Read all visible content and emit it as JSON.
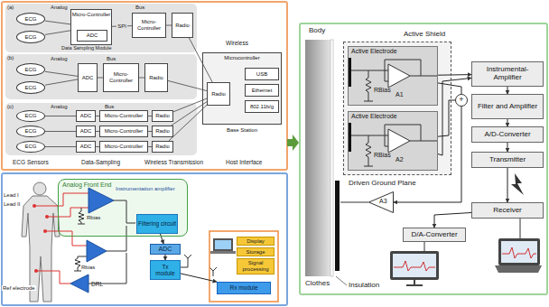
{
  "diagram": {
    "nodes": [
      {
        "text": [
          "ECG"
        ]
      },
      {
        "text": [
          "ECG"
        ]
      },
      {
        "text": [
          "Micro-Controller"
        ]
      },
      {
        "text": [
          "ADC"
        ],
        "in": 2
      },
      {
        "text": [
          "Micro-Controller"
        ]
      },
      {
        "text": [
          "Radio"
        ]
      },
      {
        "text": [
          "ECG"
        ]
      },
      {
        "text": [
          "ECG"
        ]
      },
      {
        "text": [
          "ADC"
        ]
      },
      {
        "text": [
          "Micro-Controller"
        ]
      },
      {
        "text": [
          "Radio"
        ]
      },
      {
        "text": [
          "ECG"
        ]
      },
      {
        "text": [
          "ECG"
        ]
      },
      {
        "text": [
          "ECG"
        ]
      },
      {
        "text": [
          "ADC"
        ]
      },
      {
        "text": [
          "Micro-Controller"
        ]
      },
      {
        "text": [
          "Radio"
        ]
      },
      {
        "text": [
          "ADC"
        ]
      },
      {
        "text": [
          "Micro-Controller"
        ]
      },
      {
        "text": [
          "Radio"
        ]
      },
      {
        "text": [
          "ADC"
        ]
      },
      {
        "text": [
          "Micro-Controller"
        ]
      },
      {
        "text": [
          "Radio"
        ]
      },
      {
        "text": [
          "Microcontroller",
          "Base Station"
        ]
      },
      {
        "text": [
          "Radio"
        ],
        "in": 23
      },
      {
        "text": [
          "USB"
        ],
        "in": 23
      },
      {
        "text": [
          "Ethernet"
        ],
        "in": 23
      },
      {
        "text": [
          "802.11b/g"
        ],
        "in": 23
      },
      {
        "text": [
          "Analog Front End"
        ]
      },
      {
        "text": [
          "Filtering circuit"
        ],
        "in": 28
      },
      {
        "text": [
          "ADC"
        ]
      },
      {
        "text": [
          "Tx module"
        ]
      },
      {
        "text": [
          "Display"
        ]
      },
      {
        "text": [
          "Storage"
        ]
      },
      {
        "text": [
          "Signal processing"
        ]
      },
      {
        "text": [
          "Rx module"
        ]
      },
      {
        "text": [
          "Active Shield"
        ]
      },
      {
        "text": [
          "Active Electrode",
          "A1",
          "RBias"
        ],
        "in": 36
      },
      {
        "text": [
          "Active Electrode",
          "A2",
          "RBias"
        ],
        "in": 36
      },
      {
        "text": [
          "Instrumental-Amplifier"
        ]
      },
      {
        "text": [
          "Filter and Amplifier"
        ]
      },
      {
        "text": [
          "A/D-Converter"
        ]
      },
      {
        "text": [
          "Transmitter"
        ]
      },
      {
        "text": [
          "Receiver"
        ]
      },
      {
        "text": [
          "D/A-Converter"
        ]
      },
      {
        "text": [
          "+"
        ]
      },
      {
        "text": [
          "A3"
        ]
      }
    ],
    "edges": [
      {
        "from": 0,
        "to": 2,
        "arrow": "none"
      },
      {
        "from": 1,
        "to": 2,
        "arrow": "none"
      },
      {
        "from": 2,
        "to": 4,
        "label": "SPI",
        "arrow": "none"
      },
      {
        "from": 4,
        "to": 5,
        "arrow": "none"
      },
      {
        "from": 6,
        "to": 8,
        "arrow": "none"
      },
      {
        "from": 7,
        "to": 8,
        "arrow": "none"
      },
      {
        "from": 8,
        "to": 9,
        "arrow": "none"
      },
      {
        "from": 9,
        "to": 10,
        "arrow": "none"
      },
      {
        "from": 11,
        "to": 14,
        "arrow": "none"
      },
      {
        "from": 14,
        "to": 15,
        "arrow": "none"
      },
      {
        "from": 15,
        "to": 16,
        "arrow": "none"
      },
      {
        "from": 12,
        "to": 17,
        "arrow": "none"
      },
      {
        "from": 17,
        "to": 18,
        "arrow": "none"
      },
      {
        "from": 18,
        "to": 19,
        "arrow": "none"
      },
      {
        "from": 13,
        "to": 20,
        "arrow": "none"
      },
      {
        "from": 20,
        "to": 21,
        "arrow": "none"
      },
      {
        "from": 21,
        "to": 22,
        "arrow": "none"
      },
      {
        "from": 5,
        "to": 24,
        "arrow": "none"
      },
      {
        "from": 10,
        "to": 24,
        "arrow": "none"
      },
      {
        "from": 16,
        "to": 24,
        "arrow": "none"
      },
      {
        "from": 19,
        "to": 24,
        "arrow": "none"
      },
      {
        "from": 22,
        "to": 24,
        "arrow": "none"
      },
      {
        "from": 29,
        "to": 30,
        "arrow": "to"
      },
      {
        "from": 30,
        "to": 31,
        "arrow": "to"
      },
      {
        "from": 31,
        "to": 35,
        "arrow": "to"
      },
      {
        "from": 37,
        "to": 39,
        "arrow": "to"
      },
      {
        "from": 38,
        "to": 39,
        "arrow": "to"
      },
      {
        "from": 37,
        "to": 45,
        "arrow": "none"
      },
      {
        "from": 38,
        "to": 45,
        "arrow": "none"
      },
      {
        "from": 45,
        "to": 46,
        "arrow": "to"
      },
      {
        "from": 39,
        "to": 40,
        "arrow": "to"
      },
      {
        "from": 40,
        "to": 41,
        "arrow": "to"
      },
      {
        "from": 41,
        "to": 42,
        "arrow": "to"
      },
      {
        "from": 42,
        "to": 43,
        "arrow": "to"
      },
      {
        "from": 43,
        "to": 44,
        "arrow": "to"
      }
    ],
    "labels": [
      "(a)",
      "Analog",
      "Bus",
      "Data Sampling Module",
      "(b)",
      "Analog",
      "Bus",
      "(c)",
      "Analog",
      "Bus",
      "Wireless",
      "ECG Sensors",
      "Data-Sampling",
      "Wireless Transmission",
      "Host Interface",
      "Lead I",
      "Lead II",
      "Ref electrode",
      "Instrumentation amplifier",
      "Rbias",
      "Rbias",
      "DRL",
      "Body",
      "Driven Ground Plane",
      "Clothes",
      "Insulation"
    ]
  }
}
